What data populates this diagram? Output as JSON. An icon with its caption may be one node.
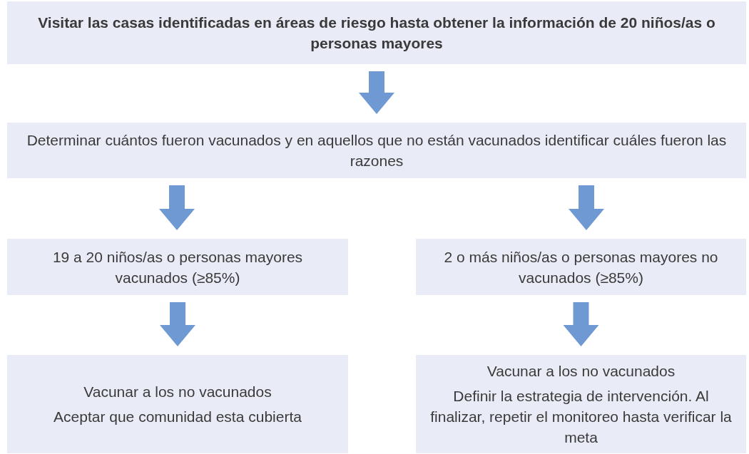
{
  "diagram": {
    "nodes": [
      {
        "text": [
          "Visitar las casas identificadas en áreas de riesgo hasta obtener la información de 20 niños/as o personas mayores"
        ]
      },
      {
        "text": [
          "Determinar cuántos fueron vacunados y en aquellos que no están vacunados identificar cuáles fueron las razones"
        ]
      },
      {
        "text": [
          "19 a 20 niños/as o personas mayores vacunados (≥85%)"
        ]
      },
      {
        "text": [
          "2 o más niños/as o personas mayores no vacunados (≥85%)"
        ]
      },
      {
        "text": [
          "Vacunar a los no vacunados",
          "Aceptar que comunidad esta cubierta"
        ]
      },
      {
        "text": [
          "Vacunar a los no vacunados",
          "Definir la estrategia de intervención. Al finalizar, repetir el monitoreo hasta verificar la meta"
        ]
      }
    ],
    "edges": [
      {
        "from": 0,
        "to": 1,
        "arrow": "to"
      },
      {
        "from": 1,
        "to": 2,
        "arrow": "to"
      },
      {
        "from": 1,
        "to": 3,
        "arrow": "to"
      },
      {
        "from": 2,
        "to": 4,
        "arrow": "to"
      },
      {
        "from": 3,
        "to": 5,
        "arrow": "to"
      }
    ]
  }
}
